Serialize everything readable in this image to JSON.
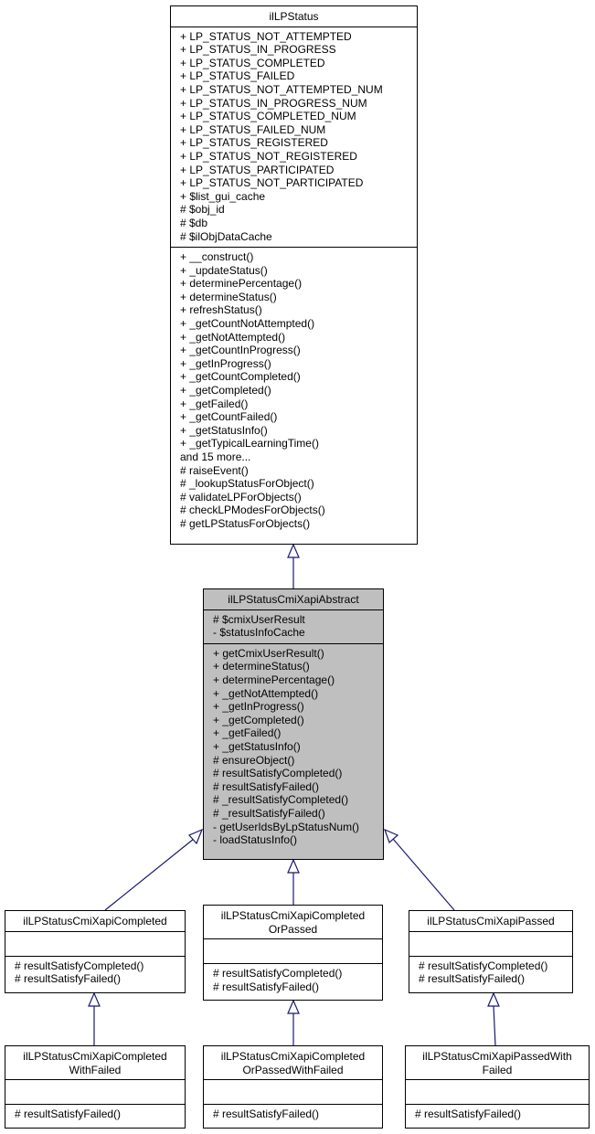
{
  "classes": {
    "ilLPStatus": {
      "title": [
        "ilLPStatus"
      ],
      "attributes": [
        "+ LP_STATUS_NOT_ATTEMPTED",
        "+ LP_STATUS_IN_PROGRESS",
        "+ LP_STATUS_COMPLETED",
        "+ LP_STATUS_FAILED",
        "+ LP_STATUS_NOT_ATTEMPTED_NUM",
        "+ LP_STATUS_IN_PROGRESS_NUM",
        "+ LP_STATUS_COMPLETED_NUM",
        "+ LP_STATUS_FAILED_NUM",
        "+ LP_STATUS_REGISTERED",
        "+ LP_STATUS_NOT_REGISTERED",
        "+ LP_STATUS_PARTICIPATED",
        "+ LP_STATUS_NOT_PARTICIPATED",
        "+ $list_gui_cache",
        "# $obj_id",
        "# $db",
        "# $ilObjDataCache"
      ],
      "methods": [
        "+ __construct()",
        "+ _updateStatus()",
        "+ determinePercentage()",
        "+ determineStatus()",
        "+ refreshStatus()",
        "+ _getCountNotAttempted()",
        "+ _getNotAttempted()",
        "+ _getCountInProgress()",
        "+ _getInProgress()",
        "+ _getCountCompleted()",
        "+ _getCompleted()",
        "+ _getFailed()",
        "+ _getCountFailed()",
        "+ _getStatusInfo()",
        "+ _getTypicalLearningTime()",
        "and 15 more...",
        "# raiseEvent()",
        "# _lookupStatusForObject()",
        "# validateLPForObjects()",
        "# checkLPModesForObjects()",
        "# getLPStatusForObjects()"
      ]
    },
    "ilLPStatusCmiXapiAbstract": {
      "title": [
        "ilLPStatusCmiXapiAbstract"
      ],
      "attributes": [
        "# $cmixUserResult",
        "- $statusInfoCache"
      ],
      "methods": [
        "+ getCmixUserResult()",
        "+ determineStatus()",
        "+ determinePercentage()",
        "+ _getNotAttempted()",
        "+ _getInProgress()",
        "+ _getCompleted()",
        "+ _getFailed()",
        "+ _getStatusInfo()",
        "# ensureObject()",
        "# resultSatisfyCompleted()",
        "# resultSatisfyFailed()",
        "# _resultSatisfyCompleted()",
        "# _resultSatisfyFailed()",
        "- getUserIdsByLpStatusNum()",
        "- loadStatusInfo()"
      ]
    },
    "ilLPStatusCmiXapiCompleted": {
      "title": [
        "ilLPStatusCmiXapiCompleted"
      ],
      "attributes": [],
      "methods": [
        "# resultSatisfyCompleted()",
        "# resultSatisfyFailed()"
      ]
    },
    "ilLPStatusCmiXapiCompletedOrPassed": {
      "title": [
        "ilLPStatusCmiXapiCompleted",
        "OrPassed"
      ],
      "attributes": [],
      "methods": [
        "# resultSatisfyCompleted()",
        "# resultSatisfyFailed()"
      ]
    },
    "ilLPStatusCmiXapiPassed": {
      "title": [
        "ilLPStatusCmiXapiPassed"
      ],
      "attributes": [],
      "methods": [
        "# resultSatisfyCompleted()",
        "# resultSatisfyFailed()"
      ]
    },
    "ilLPStatusCmiXapiCompletedWithFailed": {
      "title": [
        "ilLPStatusCmiXapiCompleted",
        "WithFailed"
      ],
      "attributes": [],
      "methods": [
        "# resultSatisfyFailed()"
      ]
    },
    "ilLPStatusCmiXapiCompletedOrPassedWithFailed": {
      "title": [
        "ilLPStatusCmiXapiCompleted",
        "OrPassedWithFailed"
      ],
      "attributes": [],
      "methods": [
        "# resultSatisfyFailed()"
      ]
    },
    "ilLPStatusCmiXapiPassedWithFailed": {
      "title": [
        "ilLPStatusCmiXapiPassedWith",
        "Failed"
      ],
      "attributes": [],
      "methods": [
        "# resultSatisfyFailed()"
      ]
    }
  },
  "colors": {
    "focus_fill": "#bfbfbf",
    "border": "#000000",
    "edge": "#191970"
  }
}
